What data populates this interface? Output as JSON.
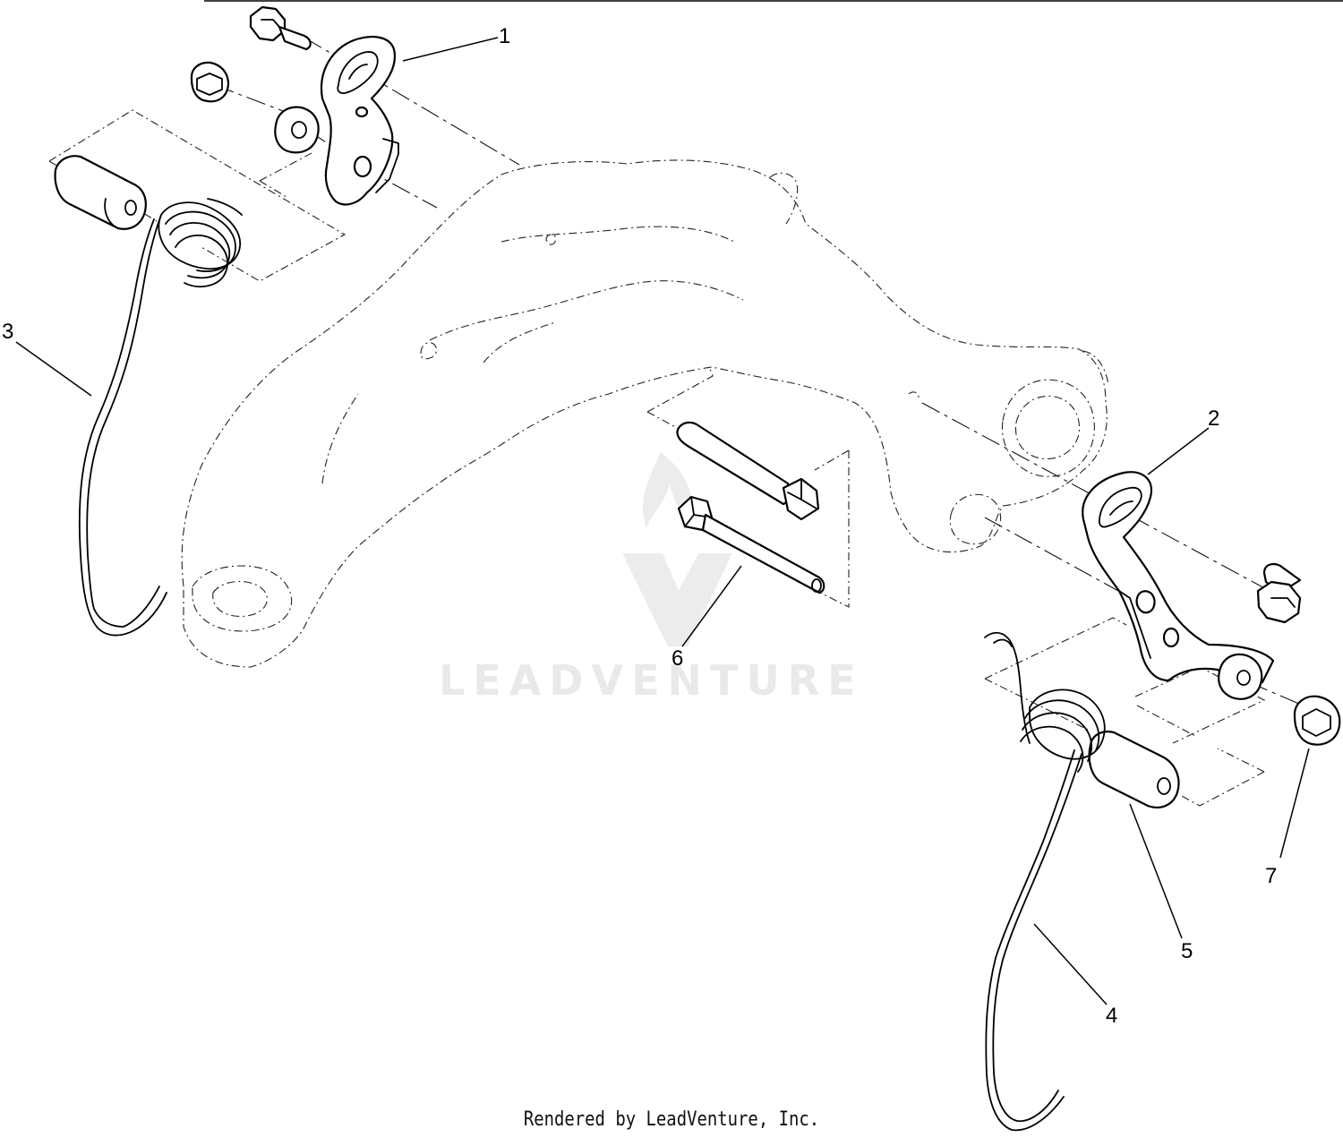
{
  "diagram": {
    "callouts": [
      {
        "id": "1",
        "label": "1"
      },
      {
        "id": "2",
        "label": "2"
      },
      {
        "id": "3",
        "label": "3"
      },
      {
        "id": "4",
        "label": "4"
      },
      {
        "id": "5",
        "label": "5"
      },
      {
        "id": "6",
        "label": "6"
      },
      {
        "id": "7",
        "label": "7"
      }
    ],
    "watermark": "LEADVENTURE",
    "footer": "Rendered by LeadVenture, Inc."
  },
  "colors": {
    "line": "#000000",
    "watermark": "#e9e9e9",
    "background": "#ffffff"
  }
}
